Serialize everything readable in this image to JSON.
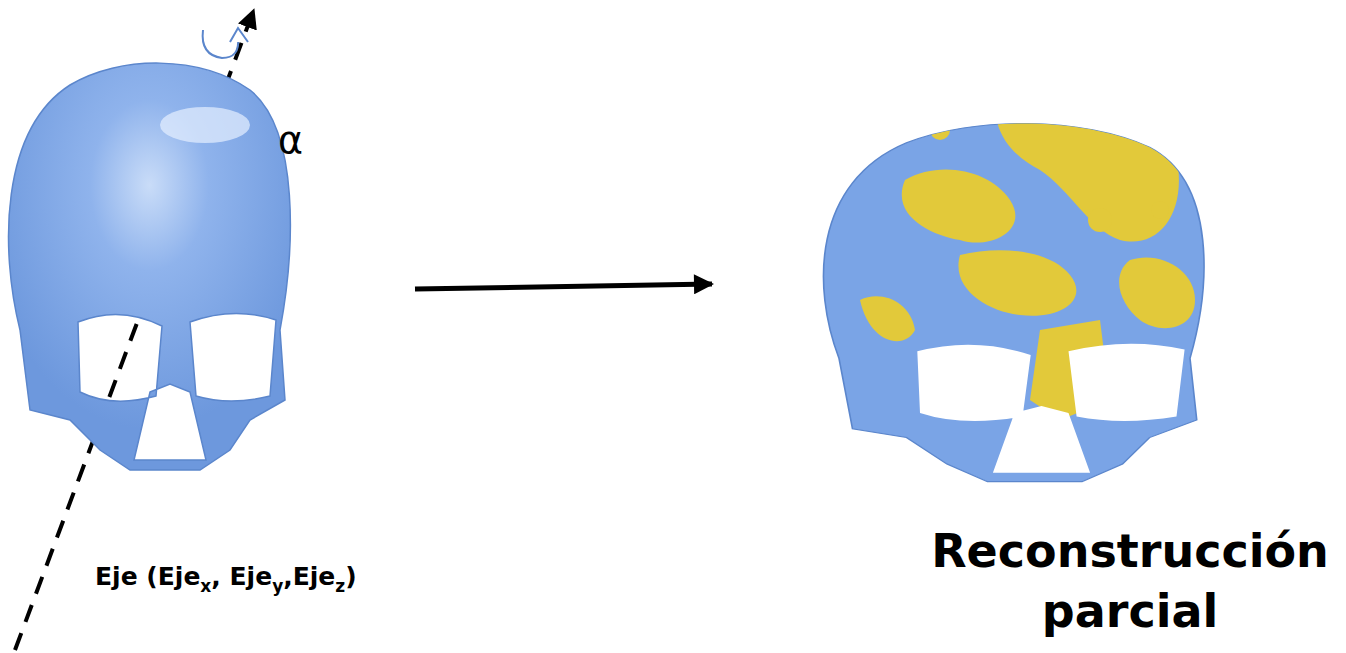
{
  "diagram": {
    "labels": [
      "α",
      "Eje (Eje",
      "x",
      ", Eje",
      "y",
      ",Eje",
      "z",
      ")",
      "Reconstrucción parcial"
    ]
  }
}
